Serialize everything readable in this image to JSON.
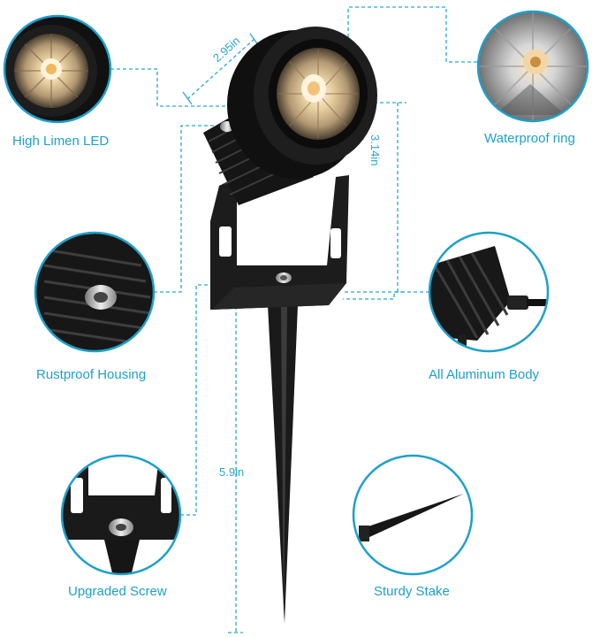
{
  "features": {
    "led": "High Limen LED",
    "ring": "Waterproof ring",
    "housing": "Rustproof Housing",
    "body": "All Aluminum Body",
    "screw": "Upgraded Screw",
    "stake": "Sturdy Stake"
  },
  "dimensions": {
    "width": "2.95in",
    "height": "3.14in",
    "stake_length": "5.9in"
  },
  "colors": {
    "accent": "#1ea0c9",
    "product": "#1b1b1b"
  }
}
